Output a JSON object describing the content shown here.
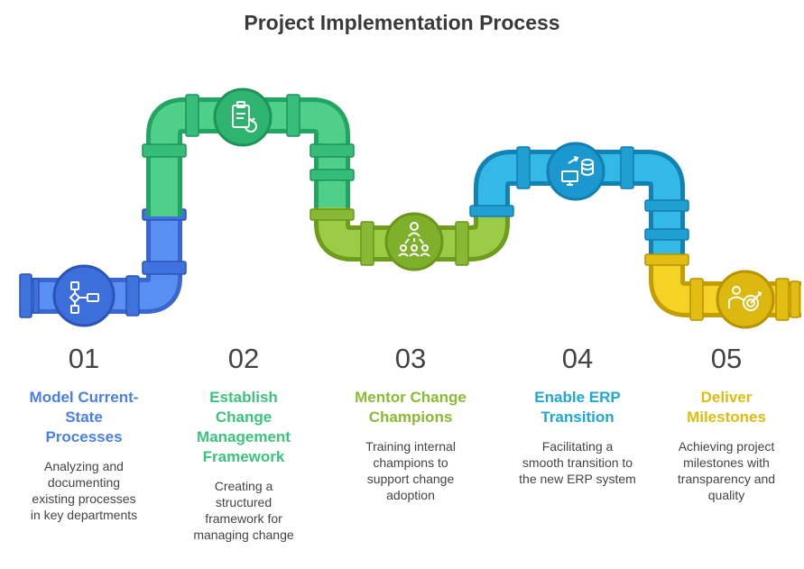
{
  "title": "Project Implementation Process",
  "colors": {
    "step1": "#4a7fe6",
    "step2": "#3cc37c",
    "step3": "#8abb33",
    "step4": "#1fa8d6",
    "step5": "#e0bc10"
  },
  "steps": [
    {
      "num": "01",
      "title_lines": [
        "Model Current-",
        "State",
        "Processes"
      ],
      "desc_lines": [
        "Analyzing and",
        "documenting",
        "existing processes",
        "in key departments"
      ],
      "icon": "process-flow-icon"
    },
    {
      "num": "02",
      "title_lines": [
        "Establish",
        "Change",
        "Management",
        "Framework"
      ],
      "desc_lines": [
        "Creating a",
        "structured",
        "framework for",
        "managing change"
      ],
      "icon": "clipboard-refresh-icon"
    },
    {
      "num": "03",
      "title_lines": [
        "Mentor Change",
        "Champions"
      ],
      "desc_lines": [
        "Training internal",
        "champions to",
        "support change",
        "adoption"
      ],
      "icon": "team-mentor-icon"
    },
    {
      "num": "04",
      "title_lines": [
        "Enable ERP",
        "Transition"
      ],
      "desc_lines": [
        "Facilitating a",
        "smooth transition to",
        "the new ERP system"
      ],
      "icon": "database-transfer-icon"
    },
    {
      "num": "05",
      "title_lines": [
        "Deliver",
        "Milestones"
      ],
      "desc_lines": [
        "Achieving project",
        "milestones with",
        "transparency and",
        "quality"
      ],
      "icon": "target-achievement-icon"
    }
  ]
}
